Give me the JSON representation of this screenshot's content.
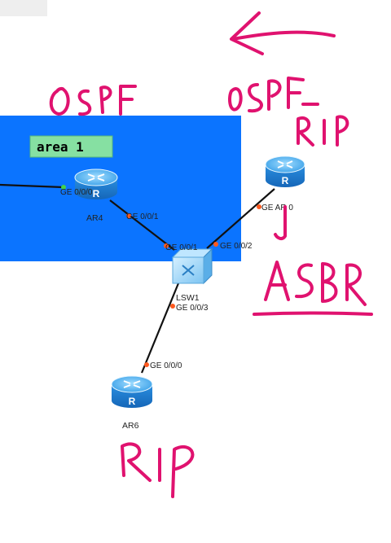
{
  "area": {
    "label": "area 1"
  },
  "devices": {
    "ar4": {
      "name": "AR4",
      "icon": "router-icon"
    },
    "ar_right": {
      "icon": "router-icon"
    },
    "lsw1": {
      "name": "LSW1",
      "icon": "switch-icon"
    },
    "ar6": {
      "name": "AR6",
      "icon": "router-icon"
    }
  },
  "ports": {
    "ar4_left": "GE 0/0/0",
    "ar4_down": "GE 0/0/1",
    "lsw1_ar4": "GE 0/0/1",
    "lsw1_ar": "GE 0/0/2",
    "ar_right_down": "GE AR 0",
    "lsw1_ar6": "GE 0/0/3",
    "ar6_up": "GE 0/0/0"
  },
  "colors": {
    "area_fill": "#0b74ff",
    "area_label_bg": "#86e0a2",
    "ink": "#e0126f",
    "port_dot": "#ff5a1f"
  }
}
